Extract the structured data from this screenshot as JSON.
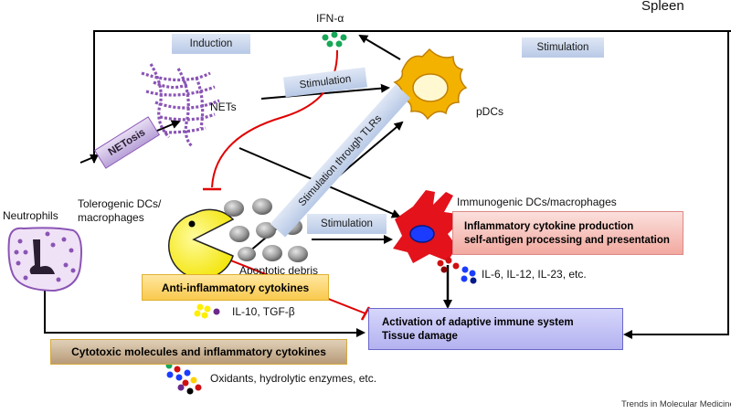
{
  "title": "Spleen",
  "footer": "Trends in Molecular Medicine",
  "labels": {
    "ifn": "IFN-α",
    "nets": "NETs",
    "pdcs": "pDCs",
    "neutrophils": "Neutrophils",
    "tolerogenic": "Tolerogenic DCs/",
    "macrophages": "macrophages",
    "apoptotic": "Apoptotic debris",
    "immunogenic": "Immunogenic DCs/macrophages",
    "il6": "IL-6, IL-12, IL-23, etc.",
    "il10": "IL-10, TGF-β",
    "oxidants": "Oxidants, hydrolytic enzymes, etc."
  },
  "boxes": {
    "induction": "Induction",
    "stimulation_top": "Stimulation",
    "stimulation_mid": "Stimulation",
    "stimulation_right": "Stimulation",
    "stim_tlrs": "Stimulation through TLRs",
    "netosis": "NETosis",
    "inflam_line1": "Inflammatory cytokine production",
    "inflam_line2": "self-antigen processing and presentation",
    "anti_inflam": "Anti-inflammatory cytokines",
    "adaptive_line1": "Activation of adaptive immune system",
    "adaptive_line2": "Tissue damage",
    "cytotoxic": "Cytotoxic molecules and inflammatory cytokines"
  },
  "colors": {
    "blue_box": "#c7d5ee",
    "red_box": "#f7c6c0",
    "yellow_box": "#fdd77a",
    "tan_box": "#cbb18f",
    "adaptive_box": "#c9c8f3",
    "net_purple": "#8a54b5",
    "pdc_orange": "#f4b200",
    "pacman_yellow": "#ffee00",
    "dc_red": "#e3121b"
  }
}
